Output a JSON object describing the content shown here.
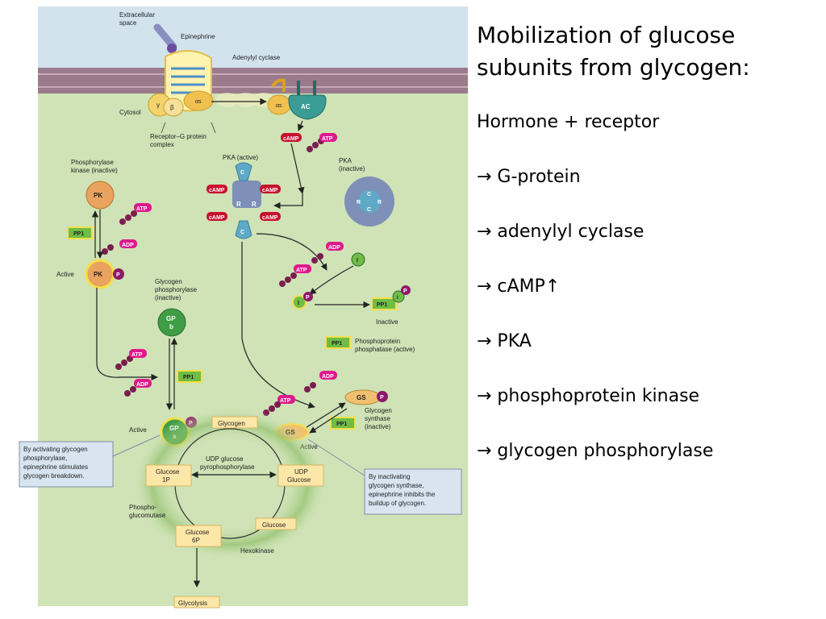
{
  "title_lines": [
    "Mobilization of glucose",
    "subunits from glycogen:"
  ],
  "steps": [
    "Hormone + receptor",
    "→ G-protein",
    "→ adenylyl cyclase",
    "→ cAMP↑",
    "→ PKA",
    "→ phosphoprotein kinase",
    "→ glycogen phosphorylase"
  ],
  "figure": {
    "extracellular": [
      "Extracellular",
      "space"
    ],
    "epinephrine": "Epinephrine",
    "adenylyl_cyclase": "Adenylyl cyclase",
    "cytosol": "Cytosol",
    "receptor_complex": [
      "Receptor–G protein",
      "complex"
    ],
    "ac": "AC",
    "camp": "cAMP",
    "atp": "ATP",
    "adp": "ADP",
    "pka_active": "PKA (active)",
    "pka_inactive": [
      "PKA",
      "(inactive)"
    ],
    "pk_inactive": [
      "Phosphorylase",
      "kinase (inactive)"
    ],
    "pk": "PK",
    "pp1": "PP1",
    "p": "P",
    "i": "I",
    "active": "Active",
    "inactive": "Inactive",
    "gp_inactive": [
      "Glycogen",
      "phosphorylase",
      "(inactive)"
    ],
    "gp_b": [
      "GP",
      "b"
    ],
    "gp_a": [
      "GP",
      "a"
    ],
    "pp1_active": [
      "Phosphoprotein",
      "phosphatase (active)"
    ],
    "gs": "GS",
    "gs_inactive": [
      "Glycogen",
      "synthase",
      "(inactive)"
    ],
    "glycogen": "Glycogen",
    "udp_pyro": [
      "UDP glucose",
      "pyrophosphorylase"
    ],
    "glucose_1p": [
      "Glucose",
      "1P"
    ],
    "udp_glucose": [
      "UDP",
      "Glucose"
    ],
    "phosphoglucomutase": [
      "Phospho-",
      "glucomutase"
    ],
    "glucose": "Glucose",
    "glucose_6p": [
      "Glucose",
      "6P"
    ],
    "hexokinase": "Hexokinase",
    "glycolysis": "Glycolysis",
    "gamma": "γ",
    "beta": "β",
    "alpha_s": "αs",
    "r": "R",
    "c": "C",
    "note_left": [
      "By activating glycogen",
      "phosphorylase,",
      "epinephrine stimulates",
      "glycogen breakdown."
    ],
    "note_right": [
      "By inactivating",
      "glycogen synthase,",
      "epinephrine inhibits the",
      "buildup of glycogen."
    ]
  },
  "colors": {
    "extracellular_bg": "#d3e3ee",
    "membrane": "#9a7b8c",
    "cytosol_bg": "#cfe3b6",
    "camp": "#c8102e",
    "atp": "#e0188c",
    "pka": "#7e8fb8",
    "pk": "#e9a35f",
    "pp1": "#6fbd45",
    "gp": "#3e9d45",
    "gs": "#f0c070",
    "box": "#fde7a8"
  }
}
